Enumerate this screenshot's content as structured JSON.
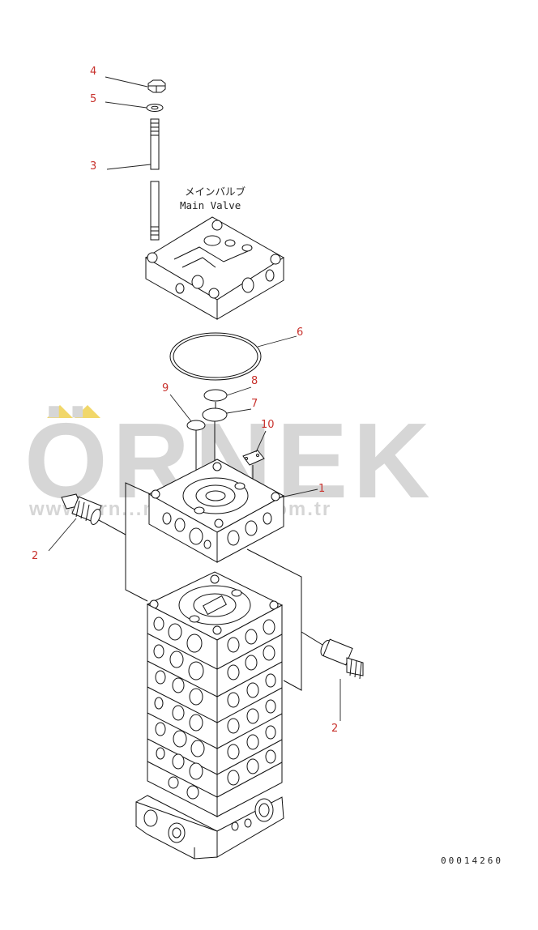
{
  "caption": {
    "japanese": "メインバルブ",
    "english": "Main Valve"
  },
  "watermark": {
    "brand": "ÖRNEK",
    "url": "www.orn...makinalari.com.tr",
    "accent_color": "#f1d76a"
  },
  "document_number": "00014260",
  "callouts": [
    "4",
    "5",
    "3",
    "6",
    "8",
    "9",
    "7",
    "10",
    "1",
    "2",
    "2"
  ],
  "colors": {
    "callout": "#c8322d",
    "line": "#111111",
    "watermark": "#d6d6d6"
  }
}
